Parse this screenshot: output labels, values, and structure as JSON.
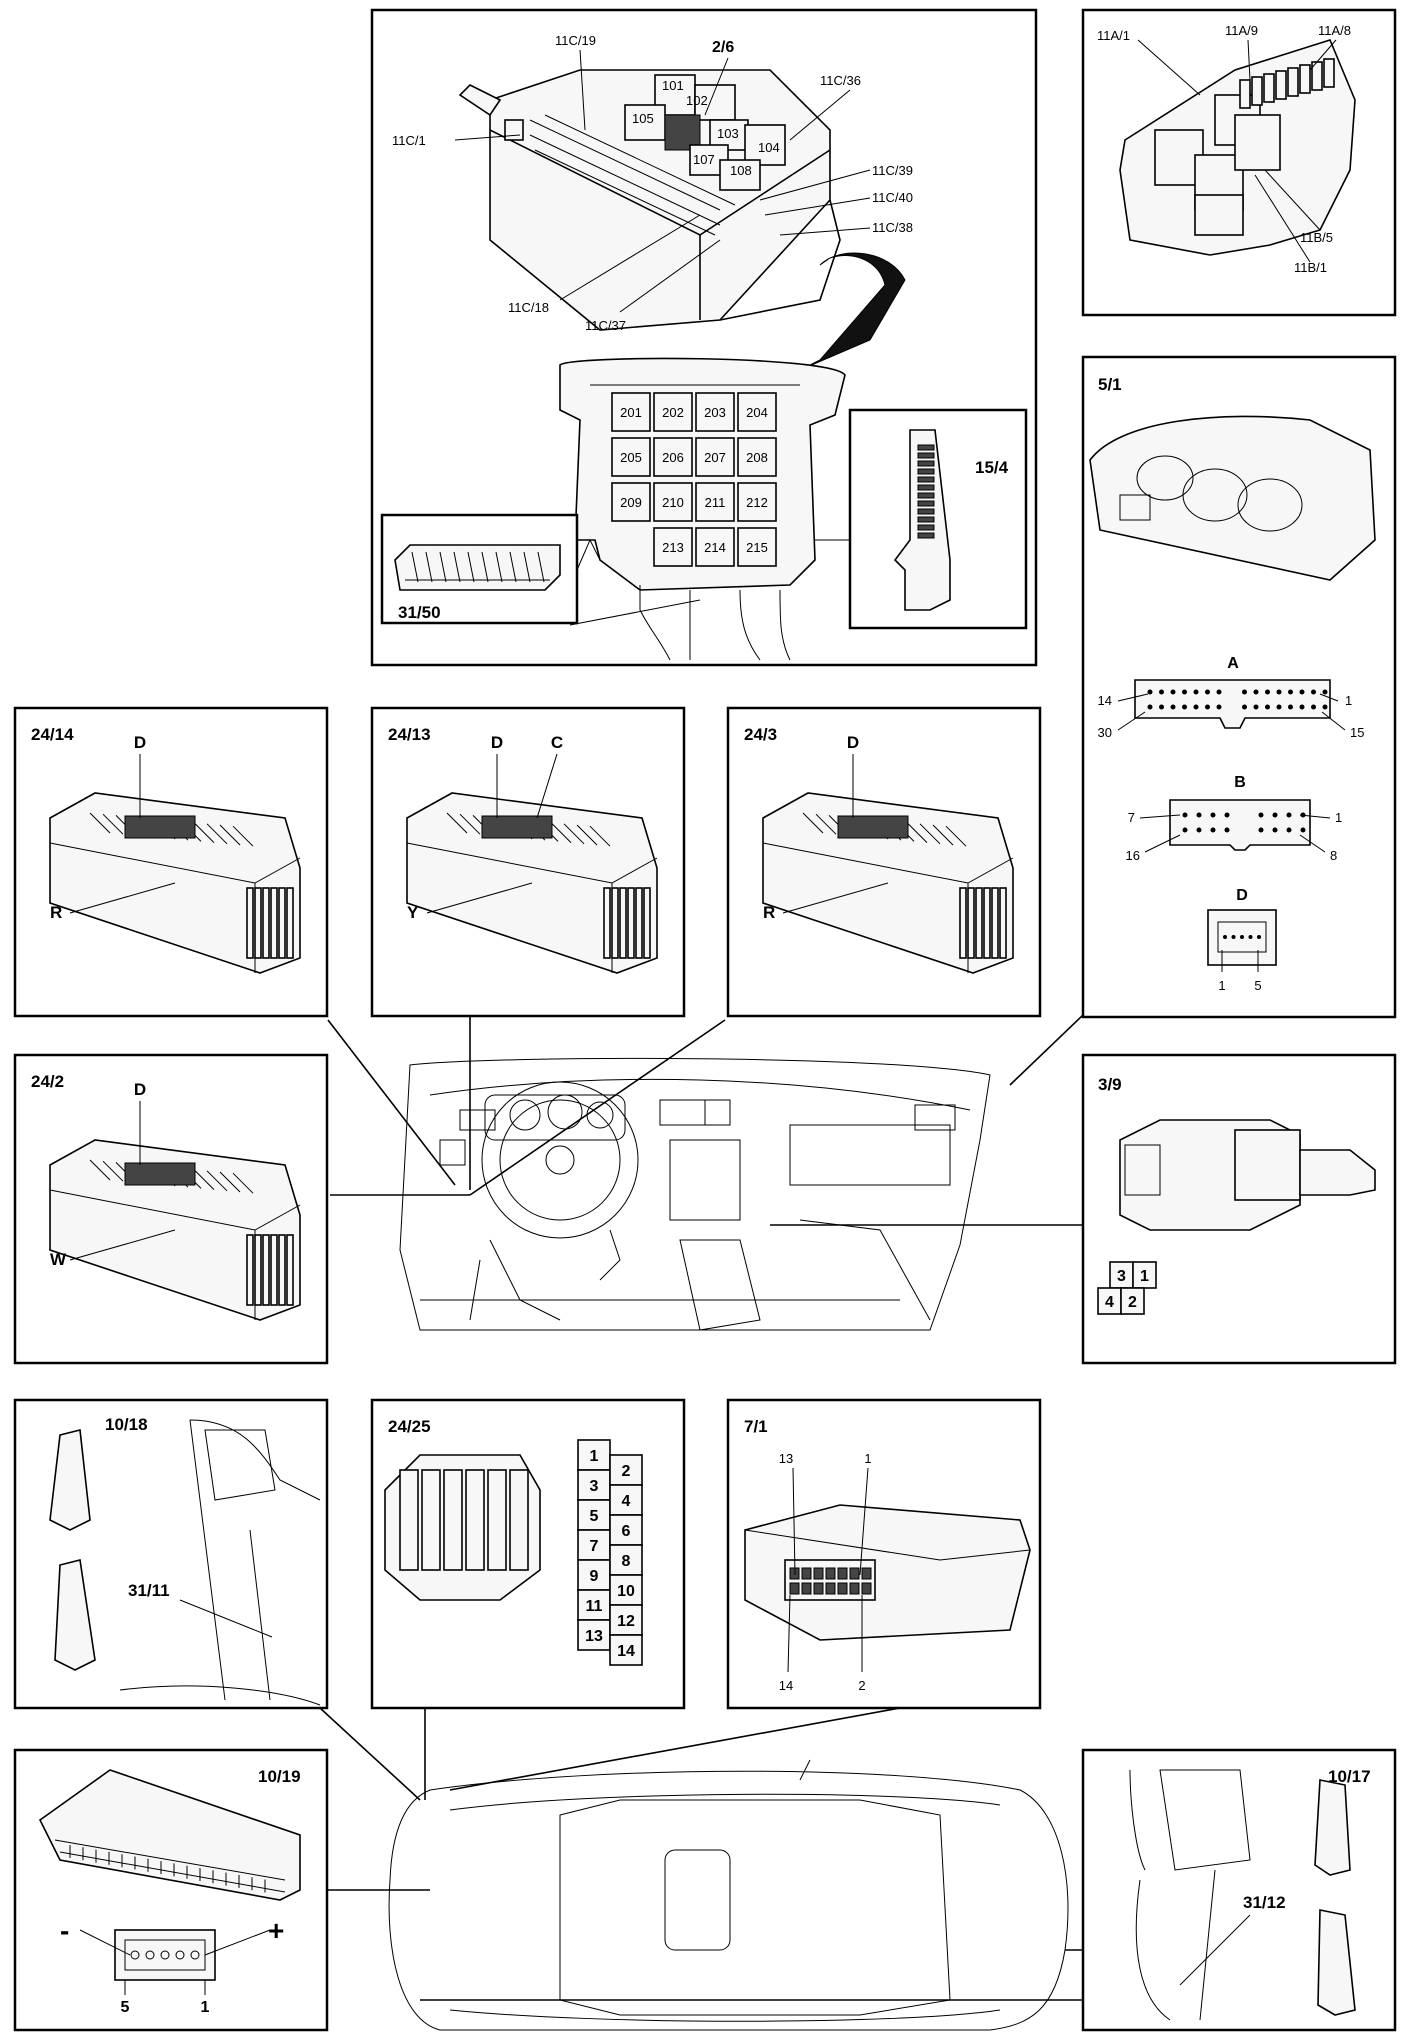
{
  "fuse_box_panel": {
    "callouts": [
      "11C/19",
      "2/6",
      "11C/36",
      "11C/1",
      "11C/39",
      "11C/40",
      "11C/38",
      "11C/18",
      "11C/37"
    ],
    "upper_relays": [
      "101",
      "102",
      "103",
      "104",
      "105",
      "107",
      "108"
    ],
    "lower_relays": [
      "201",
      "202",
      "203",
      "204",
      "205",
      "206",
      "207",
      "208",
      "209",
      "210",
      "211",
      "212",
      "213",
      "214",
      "215"
    ],
    "inset_connector": "31/50",
    "inset_strip": "15/4"
  },
  "relay_11a_panel": {
    "callouts": [
      "11A/1",
      "11A/9",
      "11A/8",
      "11B/5",
      "11B/1"
    ]
  },
  "instrument_panel": {
    "id": "5/1",
    "connector_a": {
      "title": "A",
      "pins": [
        "14",
        "1",
        "30",
        "15"
      ]
    },
    "connector_b": {
      "title": "B",
      "pins": [
        "7",
        "1",
        "16",
        "8"
      ]
    },
    "connector_d": {
      "title": "D",
      "pins": [
        "1",
        "5"
      ]
    }
  },
  "connectors_24": [
    {
      "id": "24/14",
      "top": [
        "D"
      ],
      "side": "R"
    },
    {
      "id": "24/13",
      "top": [
        "D",
        "C"
      ],
      "side": "Y"
    },
    {
      "id": "24/3",
      "top": [
        "D"
      ],
      "side": "R"
    },
    {
      "id": "24/2",
      "top": [
        "D"
      ],
      "side": "W"
    }
  ],
  "switch_panel": {
    "id": "3/9",
    "pins": [
      "3",
      "1",
      "4",
      "2"
    ]
  },
  "lamp_10_18": {
    "id": "10/18",
    "callout": "31/11"
  },
  "conn_24_25": {
    "id": "24/25",
    "left_pins": [
      "1",
      "3",
      "5",
      "7",
      "9",
      "11",
      "13"
    ],
    "right_pins": [
      "2",
      "4",
      "6",
      "8",
      "10",
      "12",
      "14"
    ]
  },
  "module_7_1": {
    "id": "7/1",
    "pins": [
      "13",
      "1",
      "14",
      "2"
    ]
  },
  "brake_light": {
    "id": "10/19",
    "minus": "-",
    "plus": "+",
    "pins": [
      "5",
      "1"
    ]
  },
  "lamp_10_17": {
    "id": "10/17",
    "callout": "31/12"
  }
}
